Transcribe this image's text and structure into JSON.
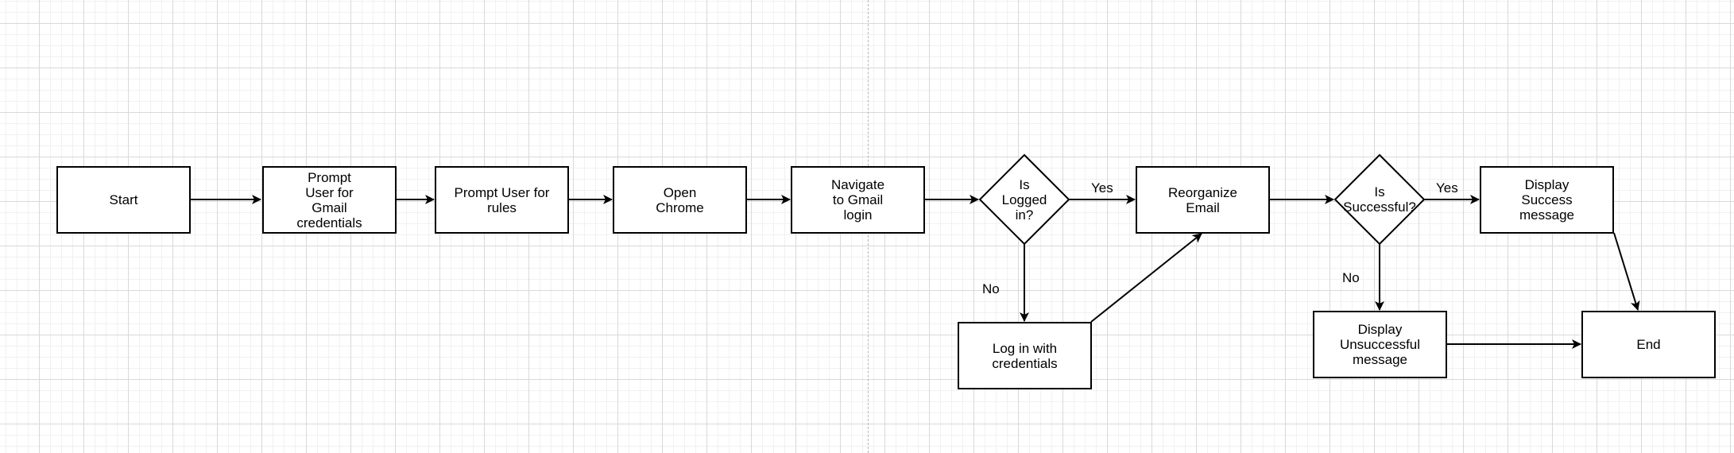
{
  "nodes": {
    "start": "Start",
    "prompt_credentials": "Prompt\nUser for\nGmail\ncredentials",
    "prompt_rules": "Prompt User for\nrules",
    "open_chrome": "Open\nChrome",
    "navigate_login": "Navigate\nto Gmail\nlogin",
    "is_logged_in": "Is\nLogged\nin?",
    "log_in": "Log in with\ncredentials",
    "reorganize_email": "Reorganize\nEmail",
    "is_successful": "Is\nSuccessful?",
    "display_success": "Display\nSuccess\nmessage",
    "display_unsuccessful": "Display\nUnsuccessful\nmessage",
    "end": "End"
  },
  "edge_labels": {
    "logged_yes": "Yes",
    "logged_no": "No",
    "success_yes": "Yes",
    "success_no": "No"
  },
  "colors": {
    "stroke": "#000000",
    "grid": "#d9d9d9",
    "background": "#ffffff"
  }
}
